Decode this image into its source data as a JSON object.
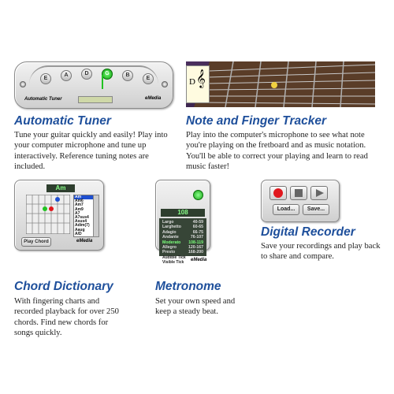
{
  "tuner": {
    "title": "Automatic Tuner",
    "description": "Tune your guitar quickly and easily! Play into your computer microphone and tune up interactively. Reference tuning notes are included.",
    "pegs": [
      "E",
      "A",
      "D",
      "G",
      "B",
      "E"
    ],
    "active_peg": 3,
    "panel_label": "Automatic Tuner",
    "brand": "eMedia"
  },
  "tracker": {
    "title": "Note and Finger Tracker",
    "description": "Play into the computer's microphone to see what note you're playing on the fretboard and as music notation. You'll be able to correct your playing and learn to read music faster!",
    "note_label": "D"
  },
  "chords": {
    "title": "Chord Dictionary",
    "description": "With fingering charts and recorded playback for over 250 chords. Find new chords for songs quickly.",
    "current": "Am",
    "list": [
      "Am",
      "Am6",
      "Am7",
      "Am9",
      "A7",
      "A7sus4",
      "Asus4",
      "Adim(7)",
      "Aaug",
      "A/D"
    ],
    "play_label": "Play Chord",
    "brand": "eMedia"
  },
  "metronome": {
    "title": "Metronome",
    "description": "Set your own speed and keep a steady beat.",
    "bpm": "108",
    "tempos": [
      {
        "name": "Largo",
        "range": "40-59"
      },
      {
        "name": "Larghetto",
        "range": "60-65"
      },
      {
        "name": "Adagio",
        "range": "66-75"
      },
      {
        "name": "Andante",
        "range": "76-107"
      },
      {
        "name": "Moderato",
        "range": "108-119"
      },
      {
        "name": "Allegro",
        "range": "120-167"
      },
      {
        "name": "Presto",
        "range": "168-200"
      }
    ],
    "highlight_index": 4,
    "audible_label": "Audible Tick",
    "visible_label": "Visible Tick",
    "brand": "eMedia"
  },
  "recorder": {
    "title": "Digital Recorder",
    "description": "Save your recordings and play back to share and compare.",
    "load_label": "Load...",
    "save_label": "Save..."
  },
  "colors": {
    "title": "#1e4f9b",
    "active_green": "#22c322",
    "record_red": "#e0171d"
  }
}
